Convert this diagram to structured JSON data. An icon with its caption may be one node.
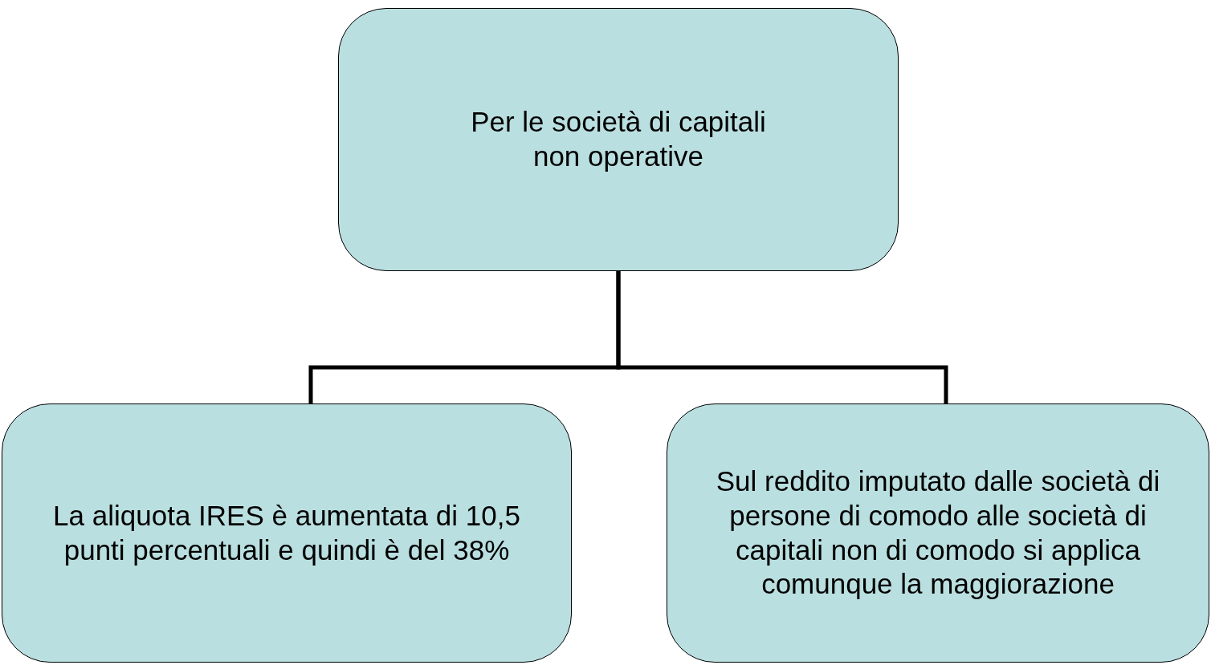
{
  "diagram": {
    "nodes": [
      {
        "text": [
          "Per le società di capitali non operative"
        ]
      },
      {
        "text": [
          "La aliquota IRES è aumentata di 10,5 punti percentuali e quindi è del 38%"
        ]
      },
      {
        "text": [
          "Sul reddito imputato dalle società di persone di comodo alle società di capitali non di comodo si applica comunque la maggiorazione"
        ]
      }
    ],
    "edges": [
      {
        "from": 0,
        "to": 1,
        "arrow": "none"
      },
      {
        "from": 0,
        "to": 2,
        "arrow": "none"
      }
    ]
  }
}
